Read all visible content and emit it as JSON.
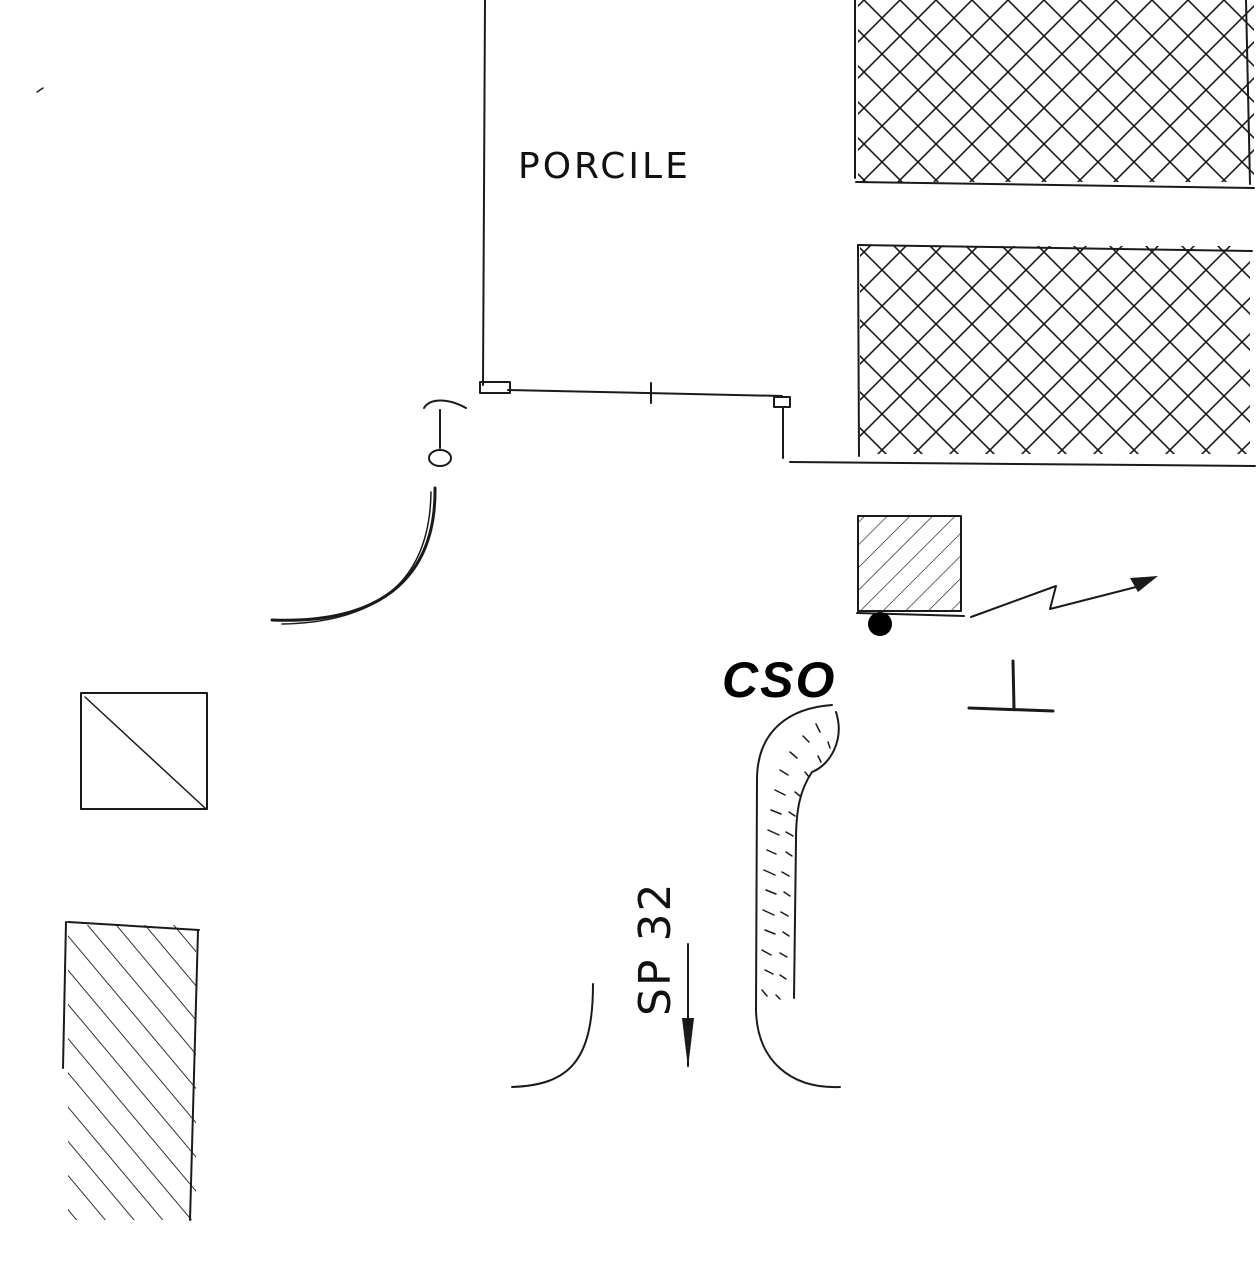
{
  "labels": {
    "building": "PORCILE",
    "road": "SP 32",
    "marker": "CSO"
  },
  "colors": {
    "ink": "#1a1a1a",
    "marker": "#000000",
    "paper": "#ffffff"
  }
}
